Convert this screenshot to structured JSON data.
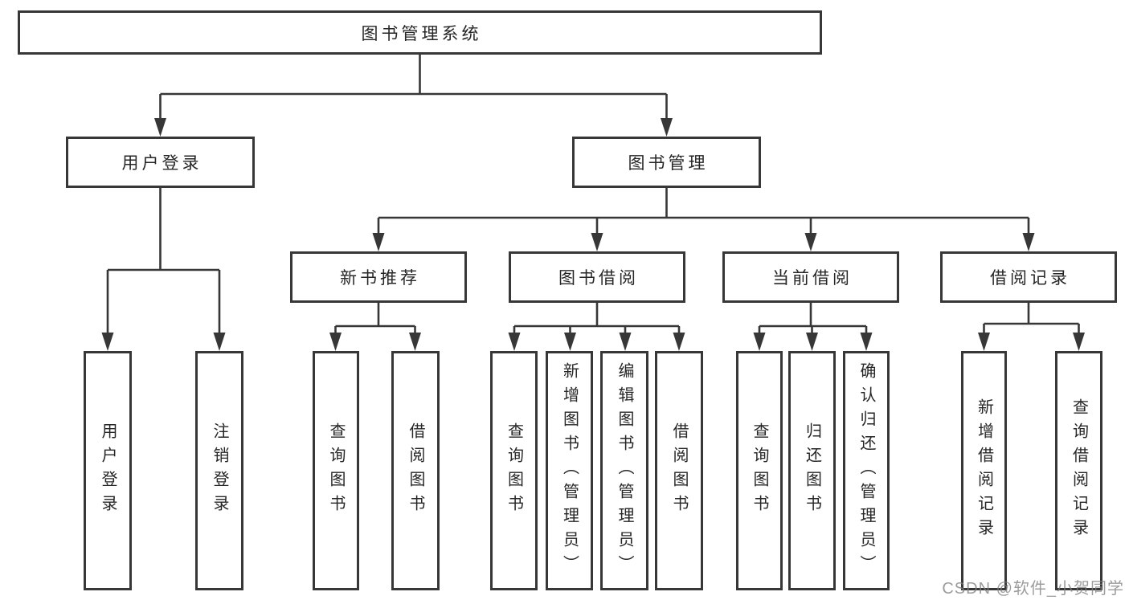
{
  "diagram": {
    "root": {
      "label": "图书管理系统"
    },
    "user_branch": {
      "label": "用户登录",
      "children": [
        {
          "label": "用户登录"
        },
        {
          "label": "注销登录"
        }
      ]
    },
    "book_branch": {
      "label": "图书管理",
      "groups": [
        {
          "label": "新书推荐",
          "children": [
            {
              "label": "查询图书"
            },
            {
              "label": "借阅图书"
            }
          ]
        },
        {
          "label": "图书借阅",
          "children": [
            {
              "label": "查询图书"
            },
            {
              "label": "新增图书（管理员）"
            },
            {
              "label": "编辑图书（管理员）"
            },
            {
              "label": "借阅图书"
            }
          ]
        },
        {
          "label": "当前借阅",
          "children": [
            {
              "label": "查询图书"
            },
            {
              "label": "归还图书"
            },
            {
              "label": "确认归还（管理员）"
            }
          ]
        },
        {
          "label": "借阅记录",
          "children": [
            {
              "label": "新增借阅记录"
            },
            {
              "label": "查询借阅记录"
            }
          ]
        }
      ]
    }
  },
  "watermark": {
    "text": "CSDN @软件_小贺同学"
  },
  "colors": {
    "line": "#373737",
    "box_border": "#373737",
    "text": "#262626",
    "watermark": "#808080",
    "background": "#ffffff"
  }
}
